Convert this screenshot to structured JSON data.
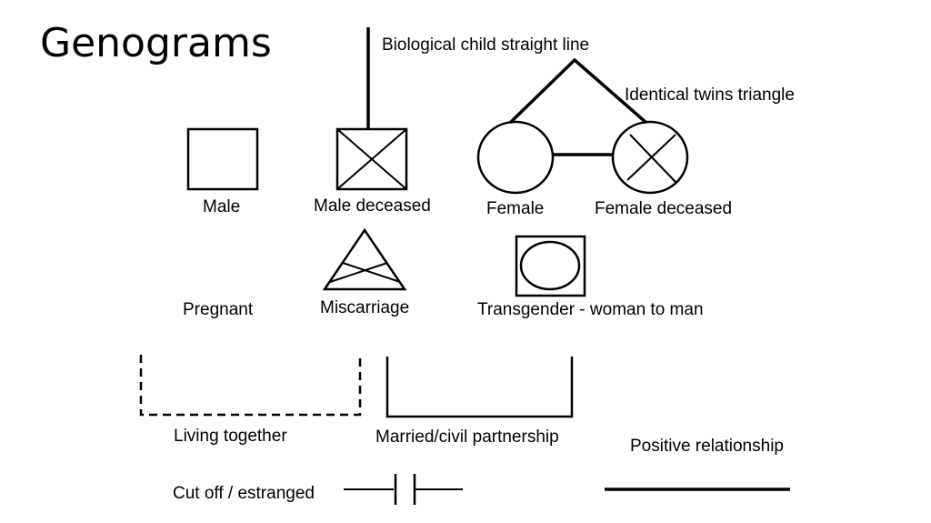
{
  "title": "Genograms",
  "labels": {
    "biological_child": "Biological child straight line",
    "identical_twins": "Identical twins triangle",
    "male": "Male",
    "male_deceased": "Male deceased",
    "female": "Female",
    "female_deceased": "Female deceased",
    "pregnant": "Pregnant",
    "miscarriage": "Miscarriage",
    "transgender": "Transgender - woman to man",
    "living_together": "Living together",
    "married": "Married/civil partnership",
    "positive_relationship": "Positive relationship",
    "cut_off": "Cut off / estranged"
  }
}
